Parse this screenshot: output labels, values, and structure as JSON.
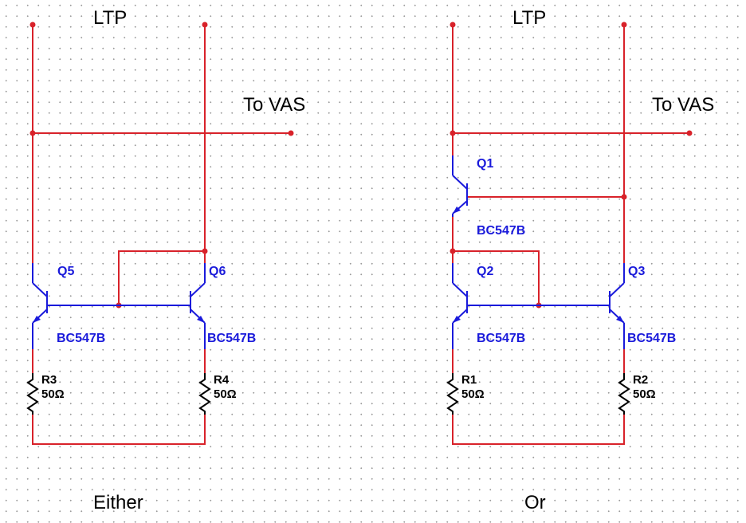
{
  "circuit_left": {
    "ltp_label": "LTP",
    "vas_label": "To VAS",
    "caption": "Either",
    "transistors": [
      {
        "ref": "Q5",
        "model": "BC547B"
      },
      {
        "ref": "Q6",
        "model": "BC547B"
      }
    ],
    "resistors": [
      {
        "ref": "R3",
        "value": "50Ω"
      },
      {
        "ref": "R4",
        "value": "50Ω"
      }
    ]
  },
  "circuit_right": {
    "ltp_label": "LTP",
    "vas_label": "To VAS",
    "caption": "Or",
    "transistors": [
      {
        "ref": "Q1",
        "model": "BC547B"
      },
      {
        "ref": "Q2",
        "model": "BC547B"
      },
      {
        "ref": "Q3",
        "model": "BC547B"
      }
    ],
    "resistors": [
      {
        "ref": "R1",
        "value": "50Ω"
      },
      {
        "ref": "R2",
        "value": "50Ω"
      }
    ]
  },
  "colors": {
    "wire": "#d8222a",
    "component": "#1a1adb",
    "resistor": "#000000",
    "grid_dot": "#9a9a9a",
    "background": "#ffffff"
  }
}
